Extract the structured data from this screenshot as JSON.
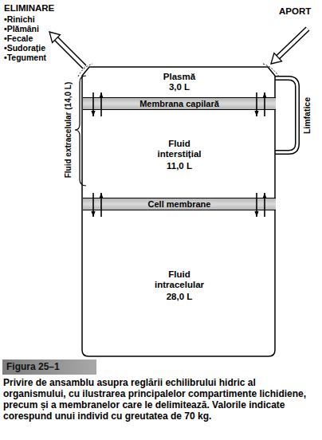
{
  "diagram": {
    "caption": "Privire de ansamblu asupra reglării echilibrului hidric al organismului, cu ilustrarea principalelor compartimente lichidiene, precum și a membranelor care le delimitează. Valorile indicate corespund unui individ cu greutatea de 70 kg.",
    "nodes": [
      {
        "text": [
          "Plasmă",
          "3,0 L"
        ]
      },
      {
        "text": [
          "Membrana capilară"
        ]
      },
      {
        "text": [
          "Fluid interstițial",
          "11,0 L"
        ]
      },
      {
        "text": [
          "Cell membrane"
        ]
      },
      {
        "text": [
          "Fluid intracelular",
          "28,0 L"
        ]
      },
      {
        "text": [
          "Figura 25–1"
        ]
      }
    ],
    "edges": [
      {
        "from": 0,
        "to": 2,
        "arrow": "to"
      },
      {
        "from": 2,
        "to": 0,
        "arrow": "to"
      },
      {
        "from": 0,
        "to": 2,
        "arrow": "to"
      },
      {
        "from": 2,
        "to": 0,
        "arrow": "to"
      },
      {
        "from": 2,
        "to": 4,
        "arrow": "to"
      },
      {
        "from": 4,
        "to": 2,
        "arrow": "to"
      },
      {
        "from": 2,
        "to": 4,
        "arrow": "to"
      },
      {
        "from": 4,
        "to": 2,
        "arrow": "to"
      }
    ],
    "labels": [
      "ELIMINARE",
      "•Rinichi",
      "•Plămâni",
      "•Fecale",
      "•Sudorație",
      "•Tegument",
      "APORT",
      "Fluid extracelular (14,0 L)",
      "Limfatice"
    ]
  }
}
